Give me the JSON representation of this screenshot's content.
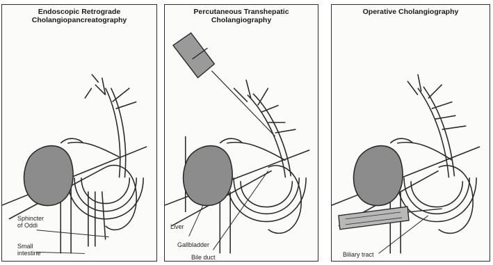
{
  "panels": [
    {
      "title": "Endoscopic Retrograde\nCholangiopancreatography",
      "labels": {
        "sphincter": "Sphincter\nof Oddi",
        "intestine": "Small\nintestine"
      }
    },
    {
      "title": "Percutaneous Transhepatic\nCholangiography",
      "labels": {
        "liver": "Liver",
        "gallbladder": "Gallbladder",
        "bile_duct": "Bile duct"
      }
    },
    {
      "title": "Operative Cholangiography",
      "labels": {
        "biliary_tract": "Biliary tract"
      }
    }
  ],
  "colors": {
    "ink": "#2a2a2a",
    "gallbladder_fill": "#8c8c8c",
    "duct_fill": "#f4f4f2"
  }
}
